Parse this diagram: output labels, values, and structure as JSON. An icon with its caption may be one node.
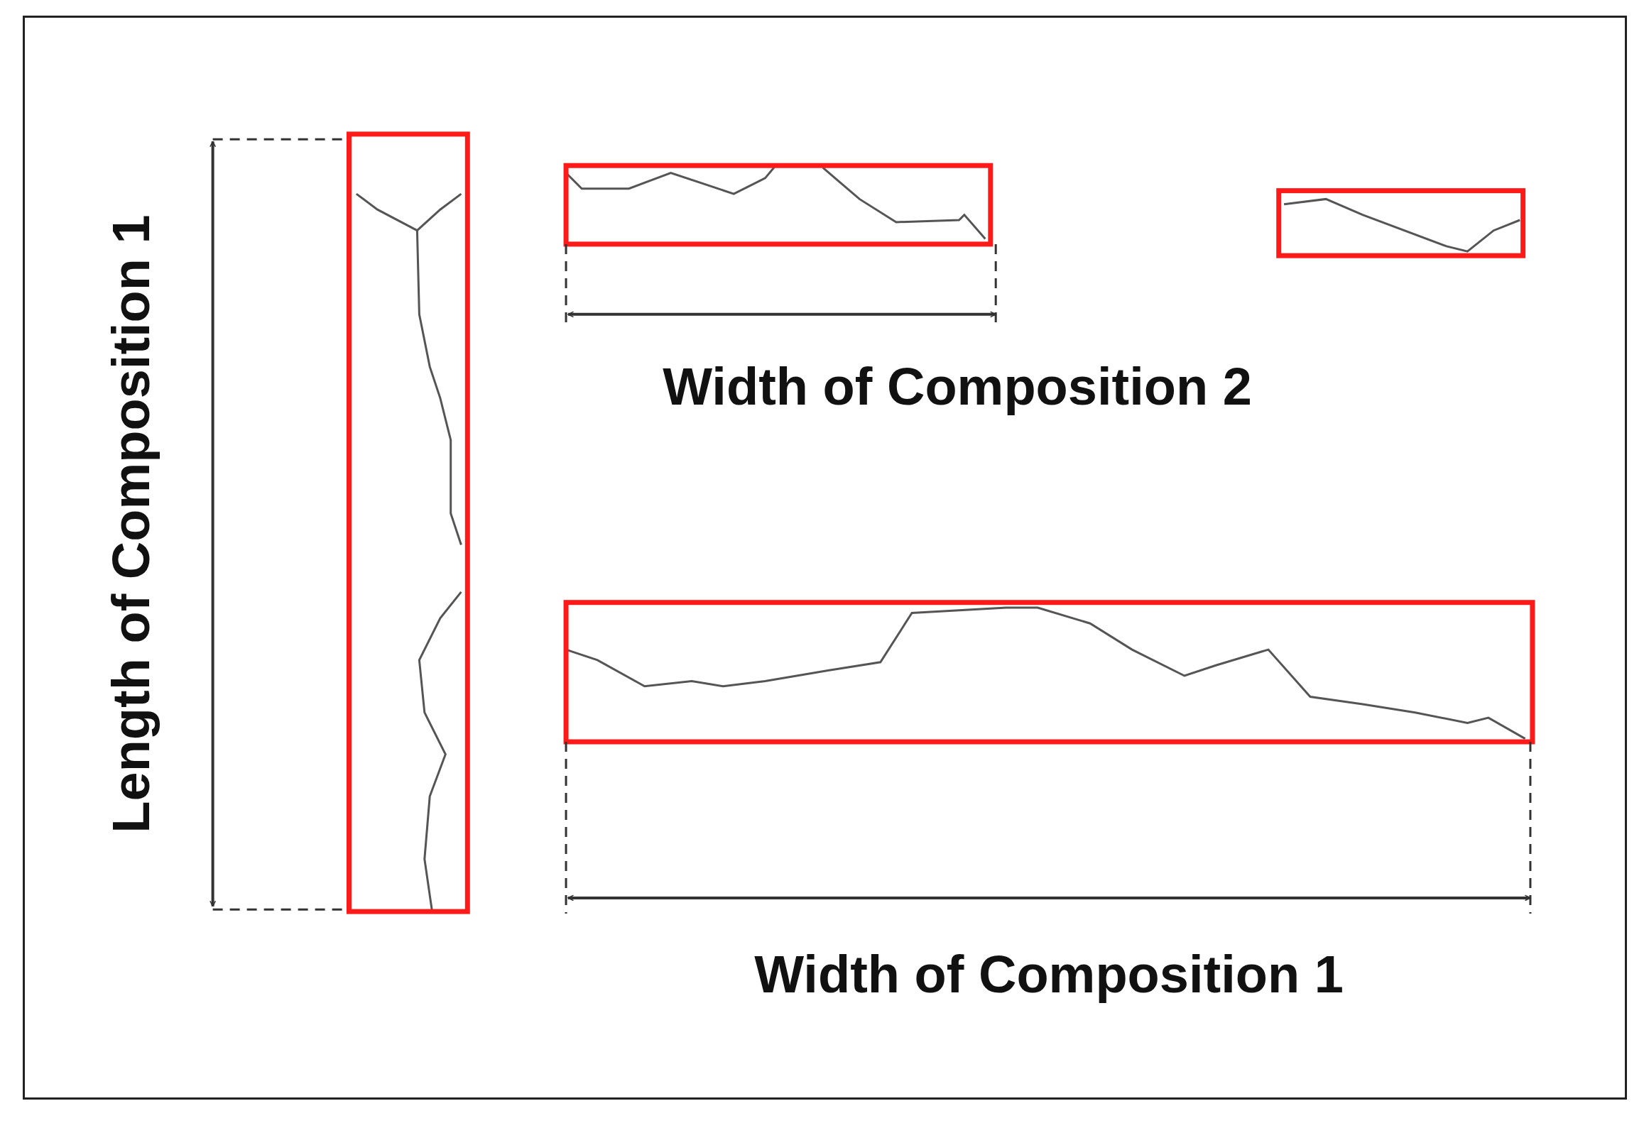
{
  "diagram": {
    "labels": [
      "Length of Composition 1",
      "Width of Composition 2",
      "Width of Composition 1"
    ]
  }
}
